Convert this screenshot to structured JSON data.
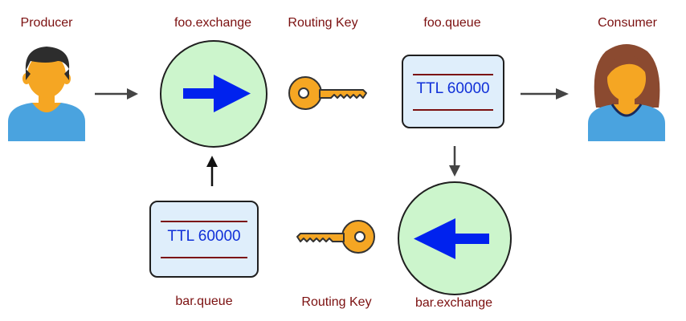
{
  "labels": {
    "producer": "Producer",
    "foo_exchange": "foo.exchange",
    "routing_key_top": "Routing Key",
    "foo_queue": "foo.queue",
    "consumer": "Consumer",
    "bar_queue": "bar.queue",
    "routing_key_bottom": "Routing Key",
    "bar_exchange": "bar.exchange"
  },
  "queues": {
    "foo_queue_ttl": "TTL 60000",
    "bar_queue_ttl": "TTL 60000"
  },
  "colors": {
    "label": "#7b1010",
    "exchange_fill": "#ccf5cc",
    "queue_fill": "#dfeefb",
    "exchange_arrow": "#0022ee",
    "ttl_text": "#1030d8",
    "key": "#f5a623",
    "person_shirt": "#4aa3df"
  },
  "icons": {
    "producer": "man-avatar-icon",
    "consumer": "woman-avatar-icon",
    "key": "key-icon",
    "flow": "arrow-icon"
  }
}
